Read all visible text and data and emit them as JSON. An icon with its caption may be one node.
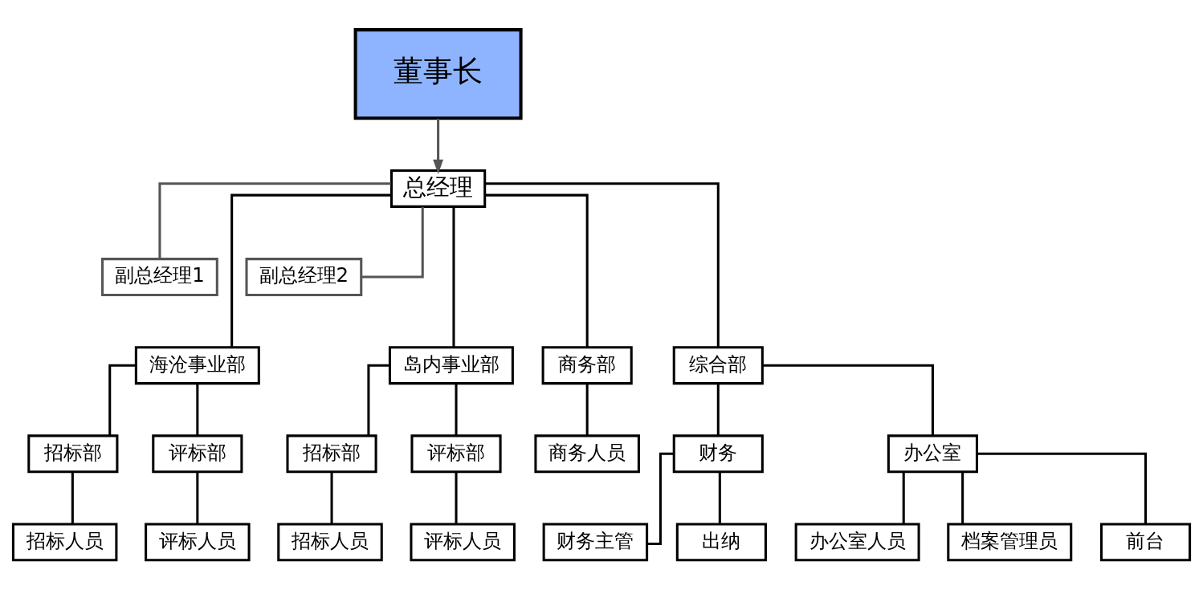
{
  "diagram": {
    "nodes": [
      {
        "text": [
          "董事长"
        ]
      },
      {
        "text": [
          "总经理"
        ]
      },
      {
        "text": [
          "副总经理1"
        ]
      },
      {
        "text": [
          "副总经理2"
        ]
      },
      {
        "text": [
          "海沧事业部"
        ]
      },
      {
        "text": [
          "岛内事业部"
        ]
      },
      {
        "text": [
          "商务部"
        ]
      },
      {
        "text": [
          "综合部"
        ]
      },
      {
        "text": [
          "招标部"
        ]
      },
      {
        "text": [
          "评标部"
        ]
      },
      {
        "text": [
          "招标部"
        ]
      },
      {
        "text": [
          "评标部"
        ]
      },
      {
        "text": [
          "商务人员"
        ]
      },
      {
        "text": [
          "财务"
        ]
      },
      {
        "text": [
          "办公室"
        ]
      },
      {
        "text": [
          "招标人员"
        ]
      },
      {
        "text": [
          "评标人员"
        ]
      },
      {
        "text": [
          "招标人员"
        ]
      },
      {
        "text": [
          "评标人员"
        ]
      },
      {
        "text": [
          "财务主管"
        ]
      },
      {
        "text": [
          "出纳"
        ]
      },
      {
        "text": [
          "办公室人员"
        ]
      },
      {
        "text": [
          "档案管理员"
        ]
      },
      {
        "text": [
          "前台"
        ]
      }
    ],
    "edges": [
      {
        "from": 0,
        "to": 1,
        "arrow": "to",
        "color": "#555555"
      },
      {
        "from": 1,
        "to": 2,
        "arrow": "none",
        "color": "#555555"
      },
      {
        "from": 1,
        "to": 3,
        "arrow": "none",
        "color": "#555555"
      },
      {
        "from": 1,
        "to": 4,
        "arrow": "none"
      },
      {
        "from": 1,
        "to": 5,
        "arrow": "none"
      },
      {
        "from": 1,
        "to": 6,
        "arrow": "none"
      },
      {
        "from": 1,
        "to": 7,
        "arrow": "none"
      },
      {
        "from": 4,
        "to": 8,
        "arrow": "none"
      },
      {
        "from": 4,
        "to": 9,
        "arrow": "none"
      },
      {
        "from": 5,
        "to": 10,
        "arrow": "none"
      },
      {
        "from": 5,
        "to": 11,
        "arrow": "none"
      },
      {
        "from": 6,
        "to": 12,
        "arrow": "none"
      },
      {
        "from": 7,
        "to": 13,
        "arrow": "none"
      },
      {
        "from": 7,
        "to": 14,
        "arrow": "none"
      },
      {
        "from": 8,
        "to": 15,
        "arrow": "none"
      },
      {
        "from": 9,
        "to": 16,
        "arrow": "none"
      },
      {
        "from": 10,
        "to": 17,
        "arrow": "none"
      },
      {
        "from": 11,
        "to": 18,
        "arrow": "none"
      },
      {
        "from": 13,
        "to": 19,
        "arrow": "none"
      },
      {
        "from": 13,
        "to": 20,
        "arrow": "none"
      },
      {
        "from": 14,
        "to": 21,
        "arrow": "none"
      },
      {
        "from": 14,
        "to": 22,
        "arrow": "none"
      },
      {
        "from": 14,
        "to": 23,
        "arrow": "none"
      }
    ]
  }
}
